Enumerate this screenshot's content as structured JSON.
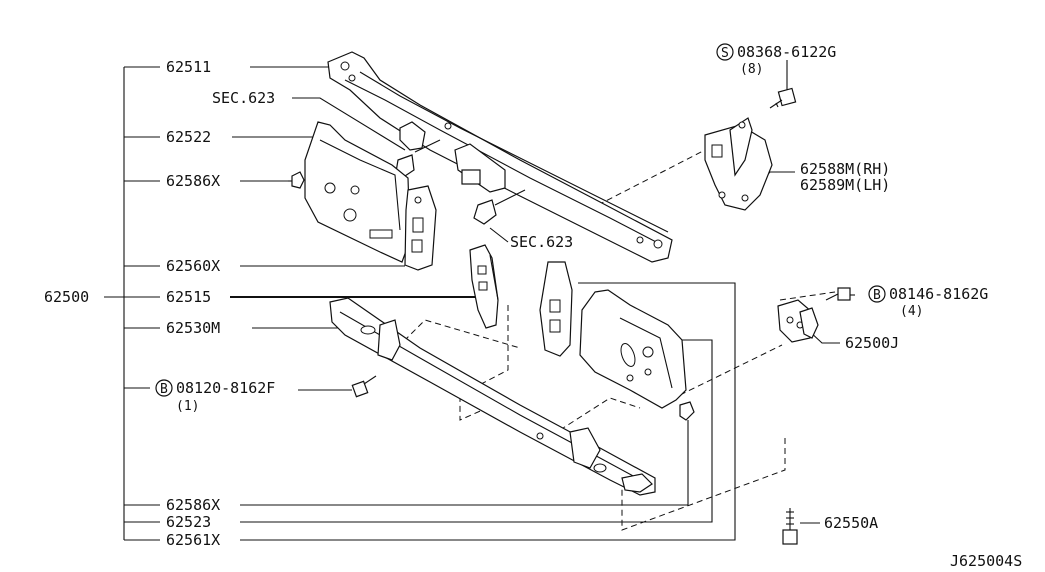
{
  "diagram_code": "J625004S",
  "assembly": "62500",
  "labels": {
    "p62511": "62511",
    "sec1": "SEC.623",
    "p62522": "62522",
    "p62586x_top": "62586X",
    "sec2": "SEC.623",
    "p62560x": "62560X",
    "p62515": "62515",
    "p62530m": "62530M",
    "b1_num": "08120-8162F",
    "b1_qty": "(1)",
    "b1_mark": "B",
    "p62586x_bottom": "62586X",
    "p62523": "62523",
    "p62561x": "62561X",
    "s_mark": "S",
    "s_num": "08368-6122G",
    "s_qty": "(8)",
    "p62588m": "62588M(RH)",
    "p62589m": "62589M(LH)",
    "b2_mark": "B",
    "b2_num": "08146-8162G",
    "b2_qty": "(4)",
    "p62500j": "62500J",
    "p62550a": "62550A"
  }
}
